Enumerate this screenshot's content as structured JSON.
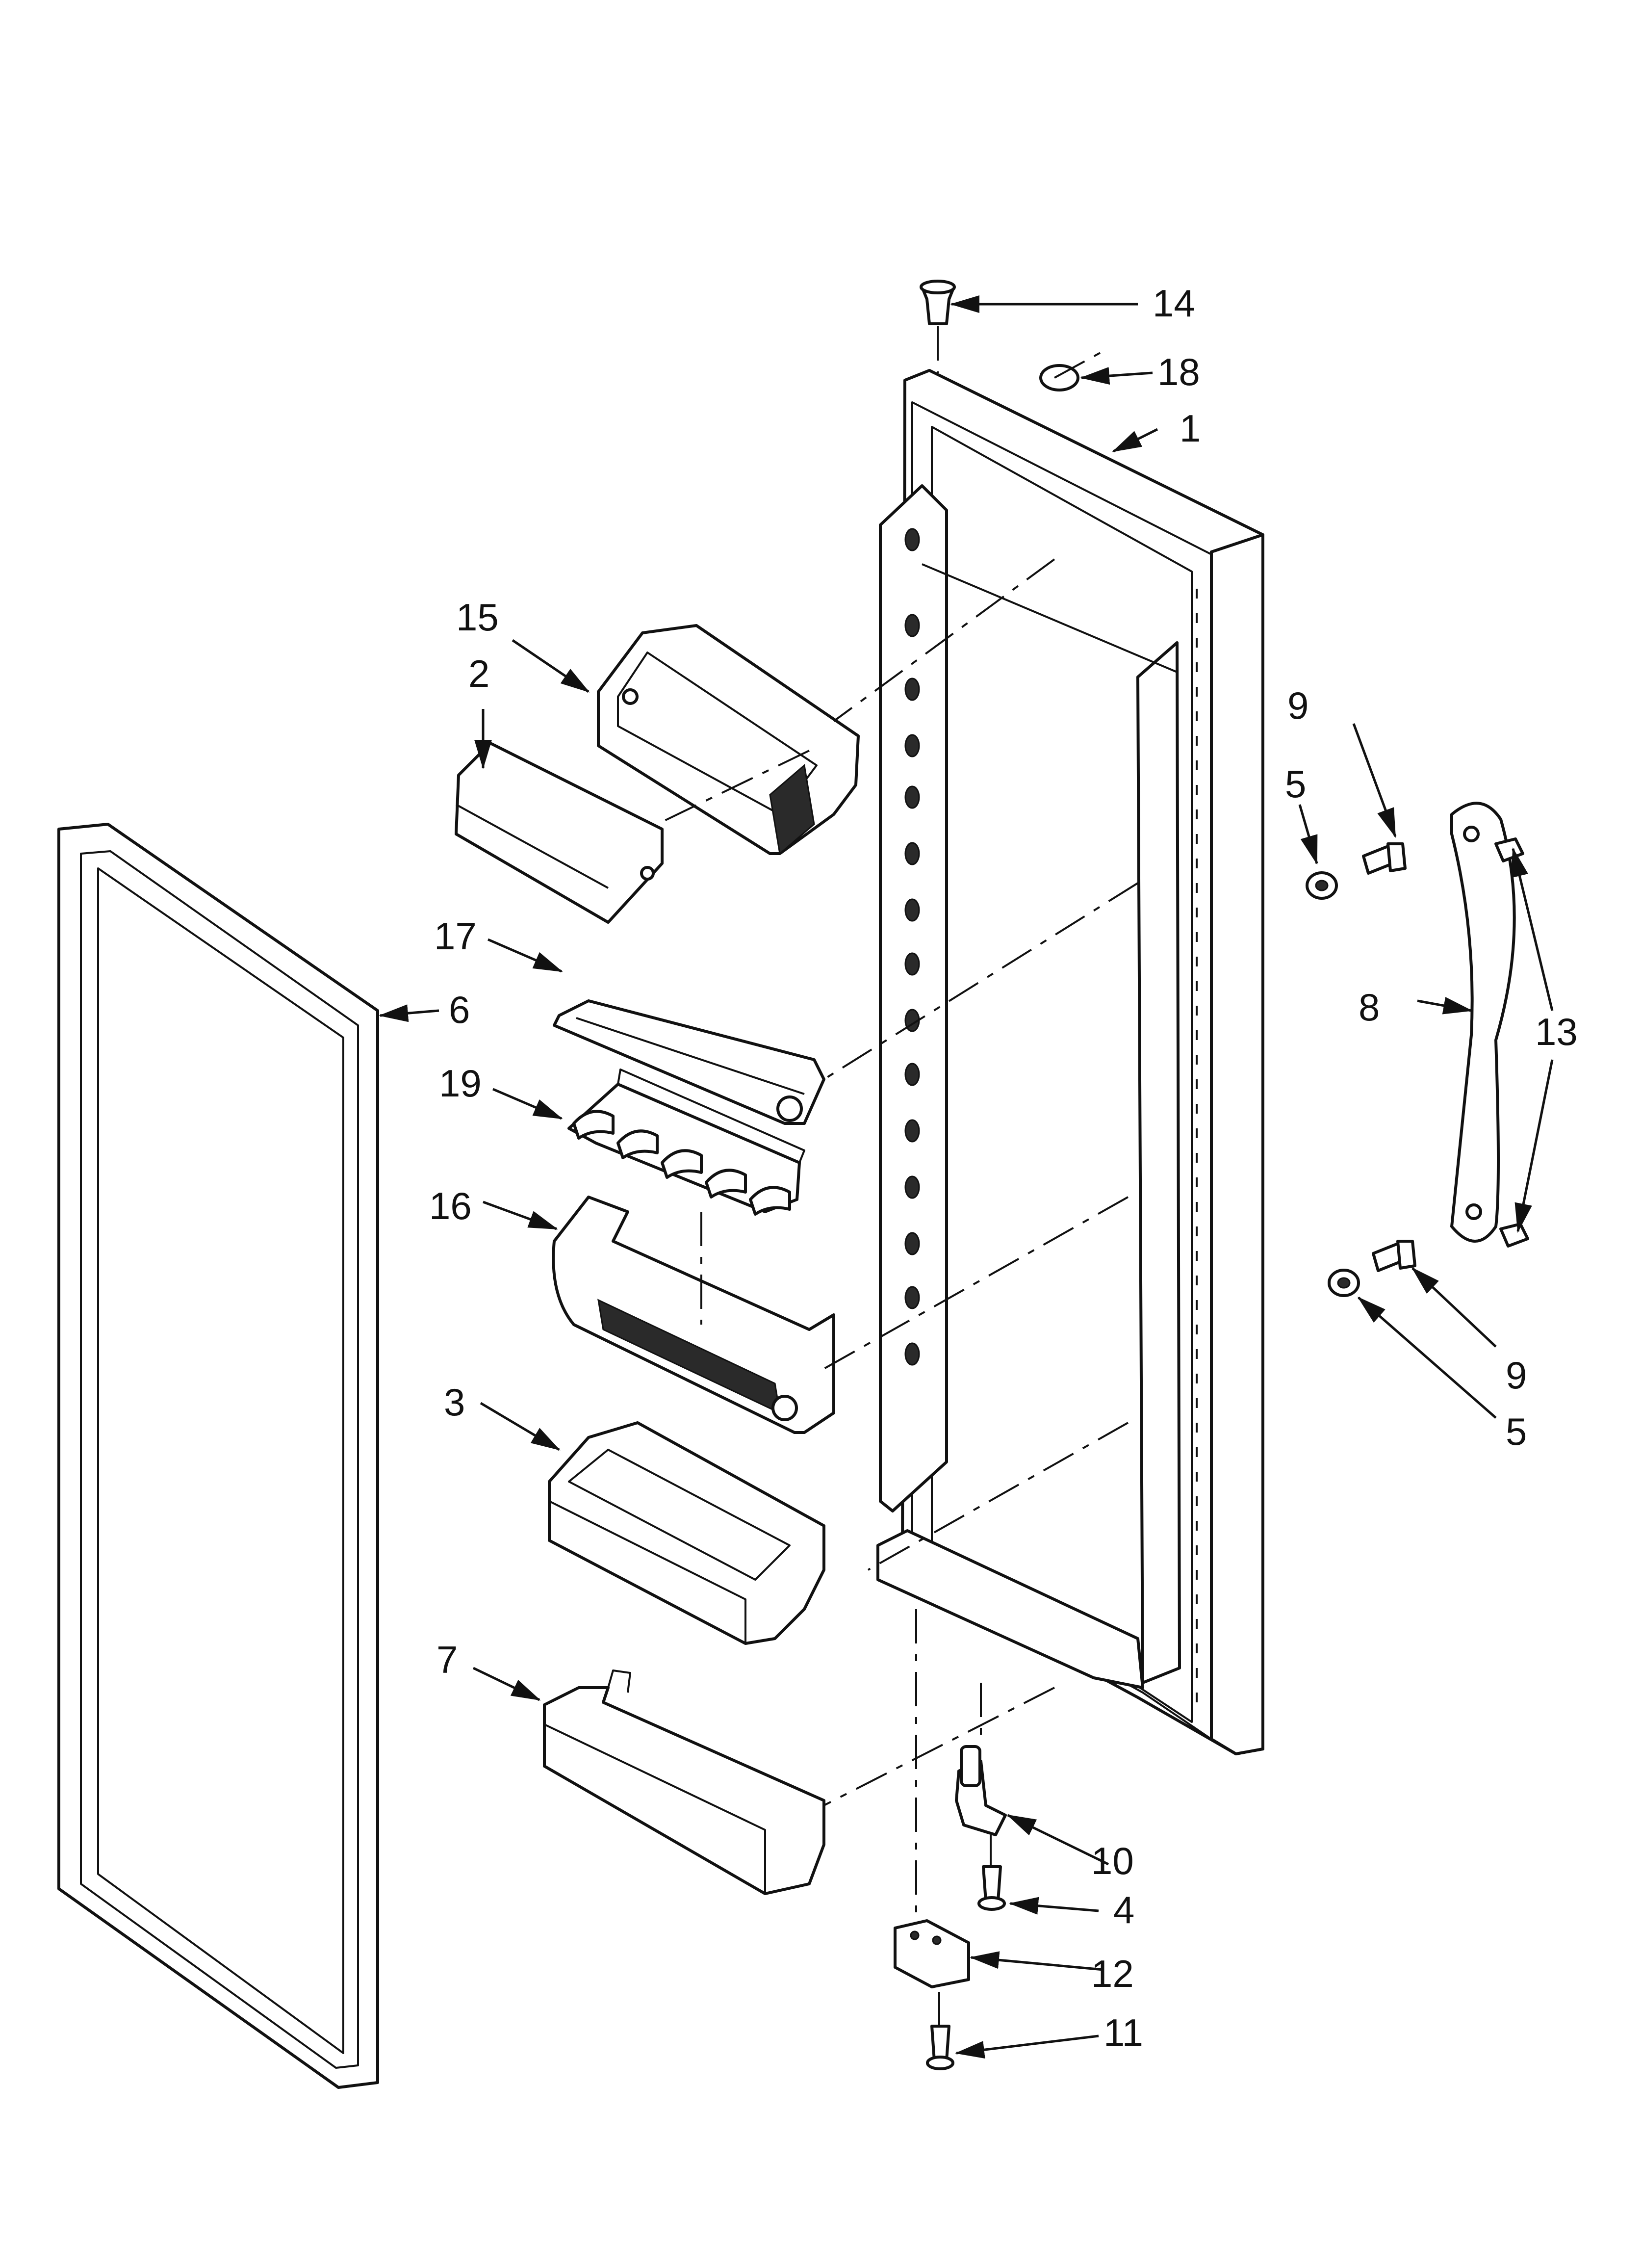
{
  "callouts": {
    "c1": "1",
    "c2": "2",
    "c3": "3",
    "c4": "4",
    "c5a": "5",
    "c5b": "5",
    "c6": "6",
    "c7": "7",
    "c8": "8",
    "c9a": "9",
    "c9b": "9",
    "c10": "10",
    "c11": "11",
    "c12": "12",
    "c13": "13",
    "c14": "14",
    "c15": "15",
    "c16": "16",
    "c17": "17",
    "c18": "18",
    "c19": "19"
  },
  "colors": {
    "line": "#111111",
    "background": "#ffffff"
  }
}
